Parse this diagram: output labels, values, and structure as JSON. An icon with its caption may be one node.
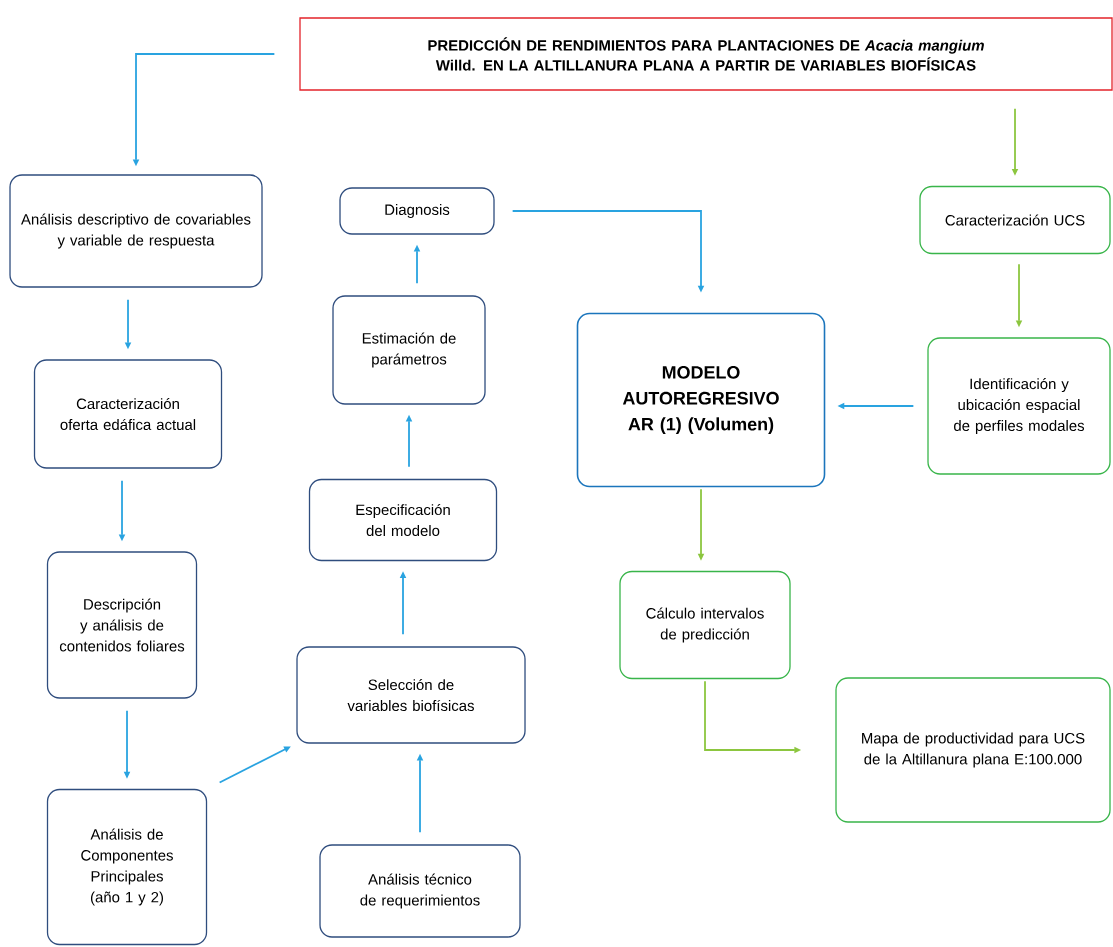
{
  "diagram": {
    "nodes": [
      {
        "text": [
          "PREDICCIÓN DE RENDIMIENTOS PARA PLANTACIONES DE *Acacia mangium* Willd. EN LA ALTILLANURA PLANA A PARTIR DE VARIABLES BIOFÍSICAS"
        ]
      },
      {
        "text": [
          "Análisis descriptivo de covariables y variable de respuesta"
        ]
      },
      {
        "text": [
          "Caracterización oferta edáfica actual"
        ]
      },
      {
        "text": [
          "Descripción y análisis de contenidos foliares"
        ]
      },
      {
        "text": [
          "Análisis de Componentes Principales (año 1 y 2)"
        ]
      },
      {
        "text": [
          "Diagnosis"
        ]
      },
      {
        "text": [
          "Estimación de parámetros"
        ]
      },
      {
        "text": [
          "Especificación del modelo"
        ]
      },
      {
        "text": [
          "Selección de variables biofísicas"
        ]
      },
      {
        "text": [
          "Análisis técnico de requerimientos"
        ]
      },
      {
        "text": [
          "MODELO AUTOREGRESIVO AR (1) (Volumen)"
        ]
      },
      {
        "text": [
          "Caracterización UCS"
        ]
      },
      {
        "text": [
          "Identificación y ubicación espacial de perfiles modales"
        ]
      },
      {
        "text": [
          "Cálculo intervalos de predicción"
        ]
      },
      {
        "text": [
          "Mapa de productividad para UCS de la Altillanura plana E:100.000"
        ]
      }
    ],
    "edges": [
      {
        "from": 0,
        "to": 1,
        "arrow": "to"
      },
      {
        "from": 1,
        "to": 2,
        "arrow": "to"
      },
      {
        "from": 2,
        "to": 3,
        "arrow": "to"
      },
      {
        "from": 3,
        "to": 4,
        "arrow": "to"
      },
      {
        "from": 4,
        "to": 8,
        "arrow": "to"
      },
      {
        "from": 9,
        "to": 8,
        "arrow": "to"
      },
      {
        "from": 8,
        "to": 7,
        "arrow": "to"
      },
      {
        "from": 7,
        "to": 6,
        "arrow": "to"
      },
      {
        "from": 6,
        "to": 5,
        "arrow": "to"
      },
      {
        "from": 5,
        "to": 10,
        "arrow": "to"
      },
      {
        "from": 12,
        "to": 10,
        "arrow": "to"
      },
      {
        "from": 0,
        "to": 11,
        "arrow": "to",
        "color": "#8cc63f"
      },
      {
        "from": 11,
        "to": 12,
        "arrow": "to",
        "color": "#8cc63f"
      },
      {
        "from": 10,
        "to": 13,
        "arrow": "to",
        "color": "#8cc63f"
      },
      {
        "from": 13,
        "to": 14,
        "arrow": "to",
        "color": "#8cc63f"
      }
    ]
  }
}
